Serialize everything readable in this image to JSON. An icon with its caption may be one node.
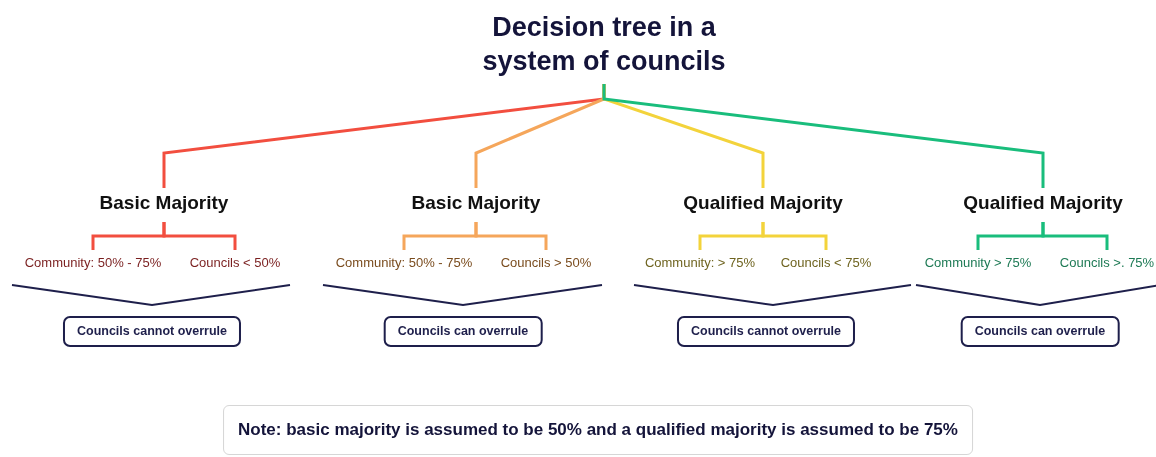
{
  "diagram": {
    "nodes": [
      {
        "text": [
          "Decision tree in a system of councils"
        ]
      },
      {
        "text": [
          "Basic Majority"
        ]
      },
      {
        "text": [
          "Basic Majority"
        ]
      },
      {
        "text": [
          "Qualified Majority"
        ]
      },
      {
        "text": [
          "Qualified Majority"
        ]
      },
      {
        "text": [
          "Community: 50% - 75%"
        ]
      },
      {
        "text": [
          "Councils < 50%"
        ]
      },
      {
        "text": [
          "Community: 50% - 75%"
        ]
      },
      {
        "text": [
          "Councils > 50%"
        ]
      },
      {
        "text": [
          "Community: > 75%"
        ]
      },
      {
        "text": [
          "Councils < 75%"
        ]
      },
      {
        "text": [
          "Community > 75%"
        ]
      },
      {
        "text": [
          "Councils >. 75%"
        ]
      },
      {
        "text": [
          "Councils cannot overrule"
        ]
      },
      {
        "text": [
          "Councils can overrule"
        ]
      },
      {
        "text": [
          "Councils cannot overrule"
        ]
      },
      {
        "text": [
          "Councils can overrule"
        ]
      },
      {
        "text": [
          "Note: basic majority is assumed to be 50% and a qualified majority is assumed to be 75%"
        ]
      }
    ],
    "edges": [
      {
        "from": 0,
        "to": 1,
        "arrow": "none",
        "color": "#f24e3f"
      },
      {
        "from": 0,
        "to": 2,
        "arrow": "none",
        "color": "#f5a65b"
      },
      {
        "from": 0,
        "to": 3,
        "arrow": "none",
        "color": "#f3d33b"
      },
      {
        "from": 0,
        "to": 4,
        "arrow": "none",
        "color": "#19bd7c"
      },
      {
        "from": 1,
        "to": 5,
        "arrow": "none",
        "color": "#f24e3f"
      },
      {
        "from": 1,
        "to": 6,
        "arrow": "none",
        "color": "#f24e3f"
      },
      {
        "from": 2,
        "to": 7,
        "arrow": "none",
        "color": "#f5a65b"
      },
      {
        "from": 2,
        "to": 8,
        "arrow": "none",
        "color": "#f5a65b"
      },
      {
        "from": 3,
        "to": 9,
        "arrow": "none",
        "color": "#f3d33b"
      },
      {
        "from": 3,
        "to": 10,
        "arrow": "none",
        "color": "#f3d33b"
      },
      {
        "from": 4,
        "to": 11,
        "arrow": "none",
        "color": "#19bd7c"
      },
      {
        "from": 4,
        "to": 12,
        "arrow": "none",
        "color": "#19bd7c"
      }
    ]
  }
}
